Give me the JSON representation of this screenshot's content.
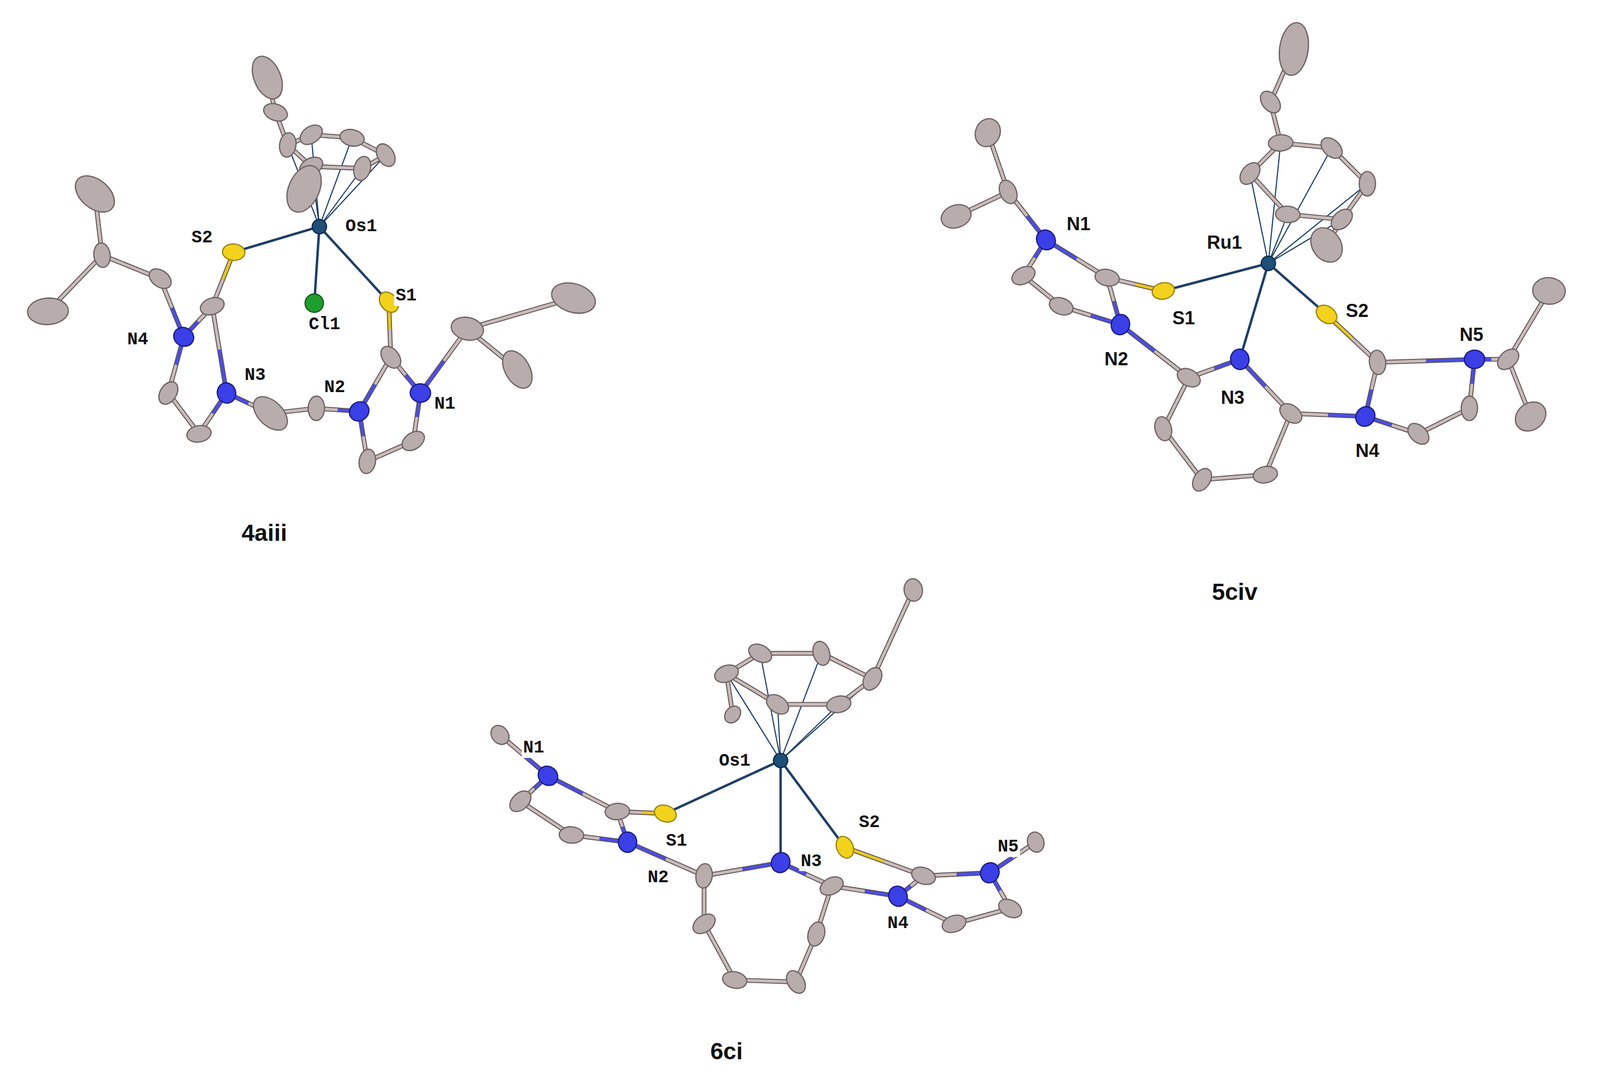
{
  "diagram": {
    "labels": [
      "Os1",
      "S2",
      "S1",
      "Cl1",
      "N4",
      "N3",
      "N2",
      "N1",
      "4aiii",
      "N1",
      "Ru1",
      "S1",
      "S2",
      "N5",
      "N2",
      "N3",
      "N4",
      "5civ",
      "N1",
      "Os1",
      "S1",
      "S2",
      "N5",
      "N2",
      "N3",
      "N4",
      "6ci"
    ]
  }
}
